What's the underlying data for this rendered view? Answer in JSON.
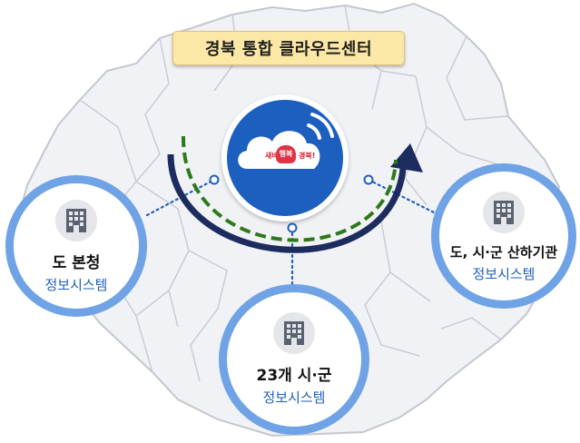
{
  "title": "경북 통합 클라우드센터",
  "hub": {
    "logo_text_left": "새바람",
    "logo_text_mid": "행복",
    "logo_text_right": "경북!"
  },
  "nodes": {
    "left": {
      "name": "도 본청",
      "sub": "정보시스템"
    },
    "right": {
      "name": "도, 시·군 산하기관",
      "sub": "정보시스템"
    },
    "bottom": {
      "name": "23개 시·군",
      "sub": "정보시스템"
    }
  },
  "colors": {
    "hub_fill": "#1f5fbf",
    "node_border": "#6fa3e6",
    "arc_navy": "#1c2c5e",
    "arc_green": "#2c7a1a",
    "connector": "#1f5fbf",
    "title_fill": "#fbe7a6"
  },
  "icons": [
    "building-icon",
    "cloud-icon",
    "wifi-signal-icon"
  ]
}
